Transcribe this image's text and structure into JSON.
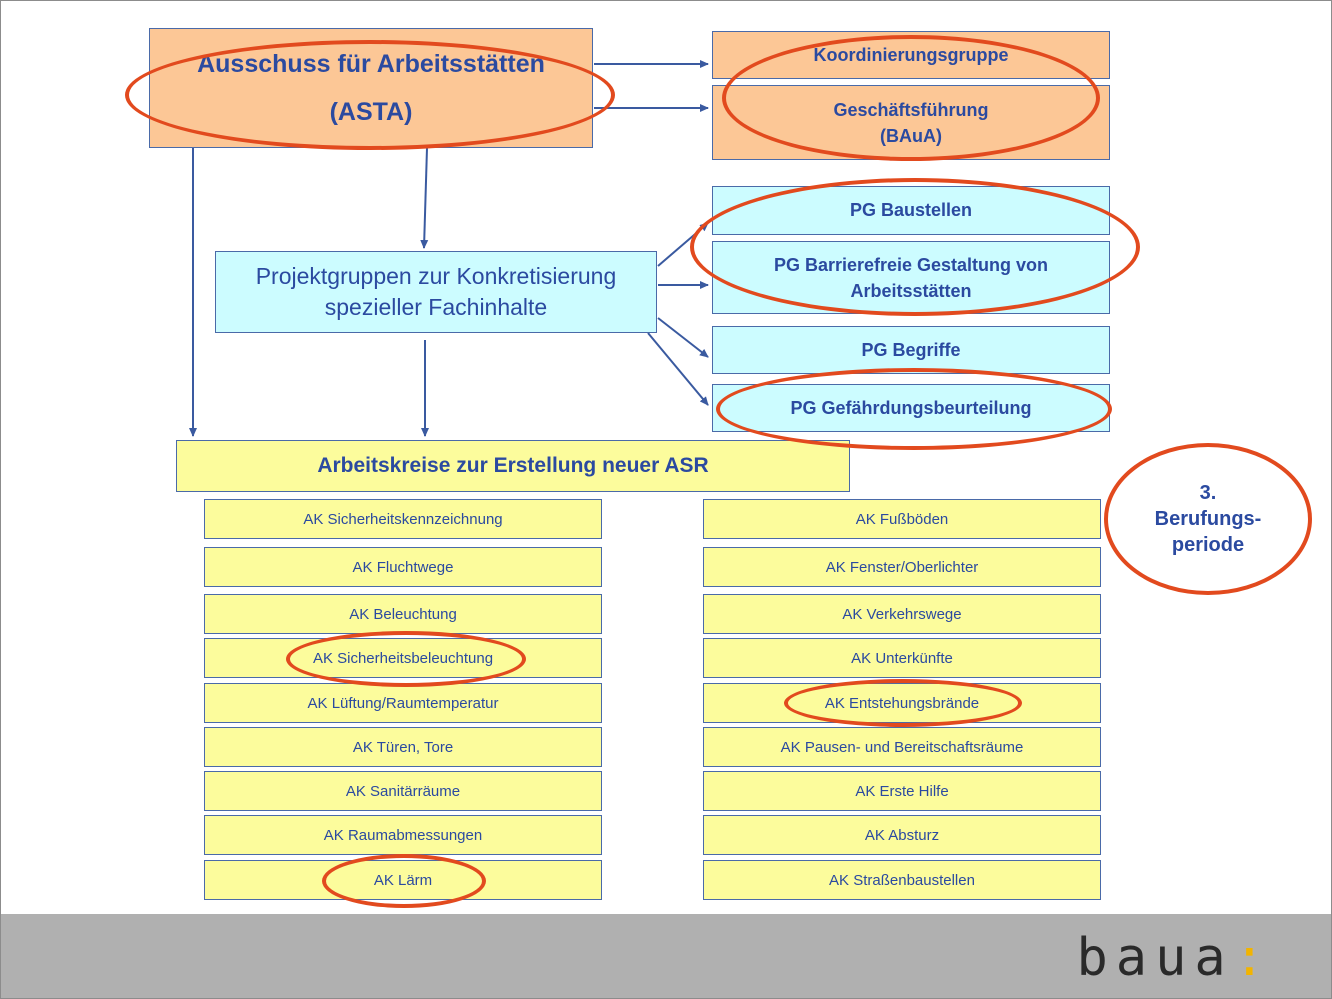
{
  "asta": {
    "line1": "Ausschuss für Arbeitsstätten",
    "line2": "(ASTA)"
  },
  "koordinierung": "Koordinierungsgruppe",
  "geschaeftsfuehrung": {
    "line1": "Geschäftsführung",
    "line2": "(BAuA)"
  },
  "projektgruppen": {
    "line1": "Projektgruppen zur Konkretisierung",
    "line2": "spezieller Fachinhalte"
  },
  "pg_items": [
    {
      "line1": "PG Baustellen",
      "line2": ""
    },
    {
      "line1": "PG Barrierefreie Gestaltung von",
      "line2": "Arbeitsstätten"
    },
    {
      "line1": "PG Begriffe",
      "line2": ""
    },
    {
      "line1": "PG Gefährdungsbeurteilung",
      "line2": ""
    }
  ],
  "arbeitskreise_title": "Arbeitskreise zur Erstellung neuer ASR",
  "ak_left": [
    "AK Sicherheitskennzeichnung",
    "AK Fluchtwege",
    "AK Beleuchtung",
    "AK Sicherheitsbeleuchtung",
    "AK Lüftung/Raumtemperatur",
    "AK Türen, Tore",
    "AK Sanitärräume",
    "AK Raumabmessungen",
    "AK Lärm"
  ],
  "ak_right": [
    "AK Fußböden",
    "AK Fenster/Oberlichter",
    "AK Verkehrswege",
    "AK Unterkünfte",
    "AK Entstehungsbrände",
    "AK Pausen- und Bereitschaftsräume",
    "AK Erste Hilfe",
    "AK Absturz",
    "AK Straßenbaustellen"
  ],
  "berufung": {
    "line1": "3.",
    "line2": "Berufungs-",
    "line3": "periode"
  },
  "logo": {
    "text": "baua",
    "colon": ":"
  },
  "colors": {
    "orange": "#fcc796",
    "cyan": "#ccfcff",
    "yellow": "#fcfc9c",
    "highlight": "#e24a1e",
    "text": "#2b4aa0"
  }
}
